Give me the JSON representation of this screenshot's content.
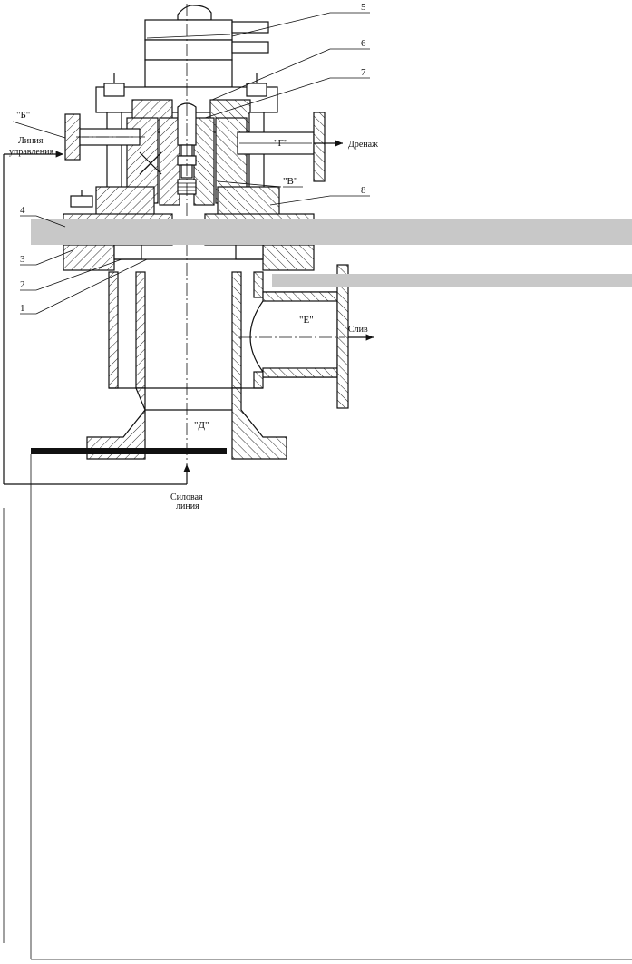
{
  "callouts": [
    "1",
    "2",
    "3",
    "4",
    "5",
    "6",
    "7",
    "8"
  ],
  "zones": {
    "b": "\"Б\"",
    "v": "\"В\"",
    "g": "\"Г\"",
    "d": "\"Д\"",
    "e": "\"Е\""
  },
  "lines": {
    "control_line_1": "Линия",
    "control_line_2": "управления",
    "drain": "Дренаж",
    "discharge": "Слив",
    "power_line_1": "Силовая",
    "power_line_2": "линия"
  },
  "colors": {
    "ink": "#111111",
    "band": "#c8c8c8",
    "paper": "#ffffff"
  }
}
